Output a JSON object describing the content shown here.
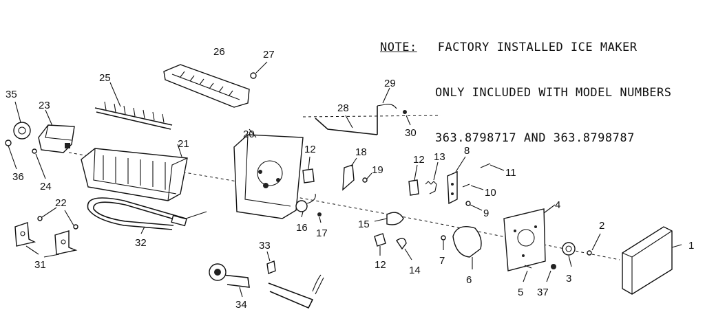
{
  "note": {
    "heading": "NOTE:",
    "line1": "FACTORY INSTALLED ICE MAKER",
    "line2": "ONLY INCLUDED WITH MODEL NUMBERS",
    "line3": "363.8798717 AND 363.8798787"
  },
  "part_numbers": {
    "p1": "1",
    "p2": "2",
    "p3": "3",
    "p5": "5",
    "p6": "6",
    "p7": "7",
    "p8": "8",
    "p9": "9",
    "p10": "10",
    "p11": "11",
    "p12a": "12",
    "p12b": "12",
    "p12c": "12",
    "p13": "13",
    "p14": "14",
    "p15": "15",
    "p16": "16",
    "p17": "17",
    "p18": "18",
    "p19": "19",
    "p20": "20",
    "p21": "21",
    "p22": "22",
    "p23": "23",
    "p24": "24",
    "p25": "25",
    "p26": "26",
    "p27": "27",
    "p28": "28",
    "p29": "29",
    "p30": "30",
    "p31": "31",
    "p32": "32",
    "p33": "33",
    "p34": "34",
    "p35": "35",
    "p36": "36",
    "p37": "37",
    "p4": "4"
  }
}
